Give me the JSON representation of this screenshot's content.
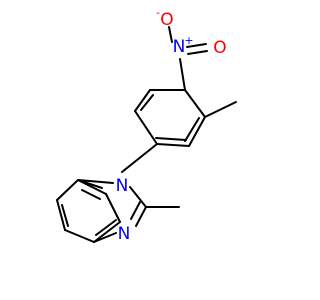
{
  "molecule": {
    "atom_labels": {
      "n1": "N",
      "n3": "N",
      "nitro_n": "N",
      "nitro_o_top": "O",
      "nitro_o_right": "O",
      "plus": "+",
      "minus": "-"
    },
    "colors": {
      "bond": "#000000",
      "nitrogen": "#0000ff",
      "oxygen": "#ff0000",
      "background": "#ffffff"
    }
  }
}
